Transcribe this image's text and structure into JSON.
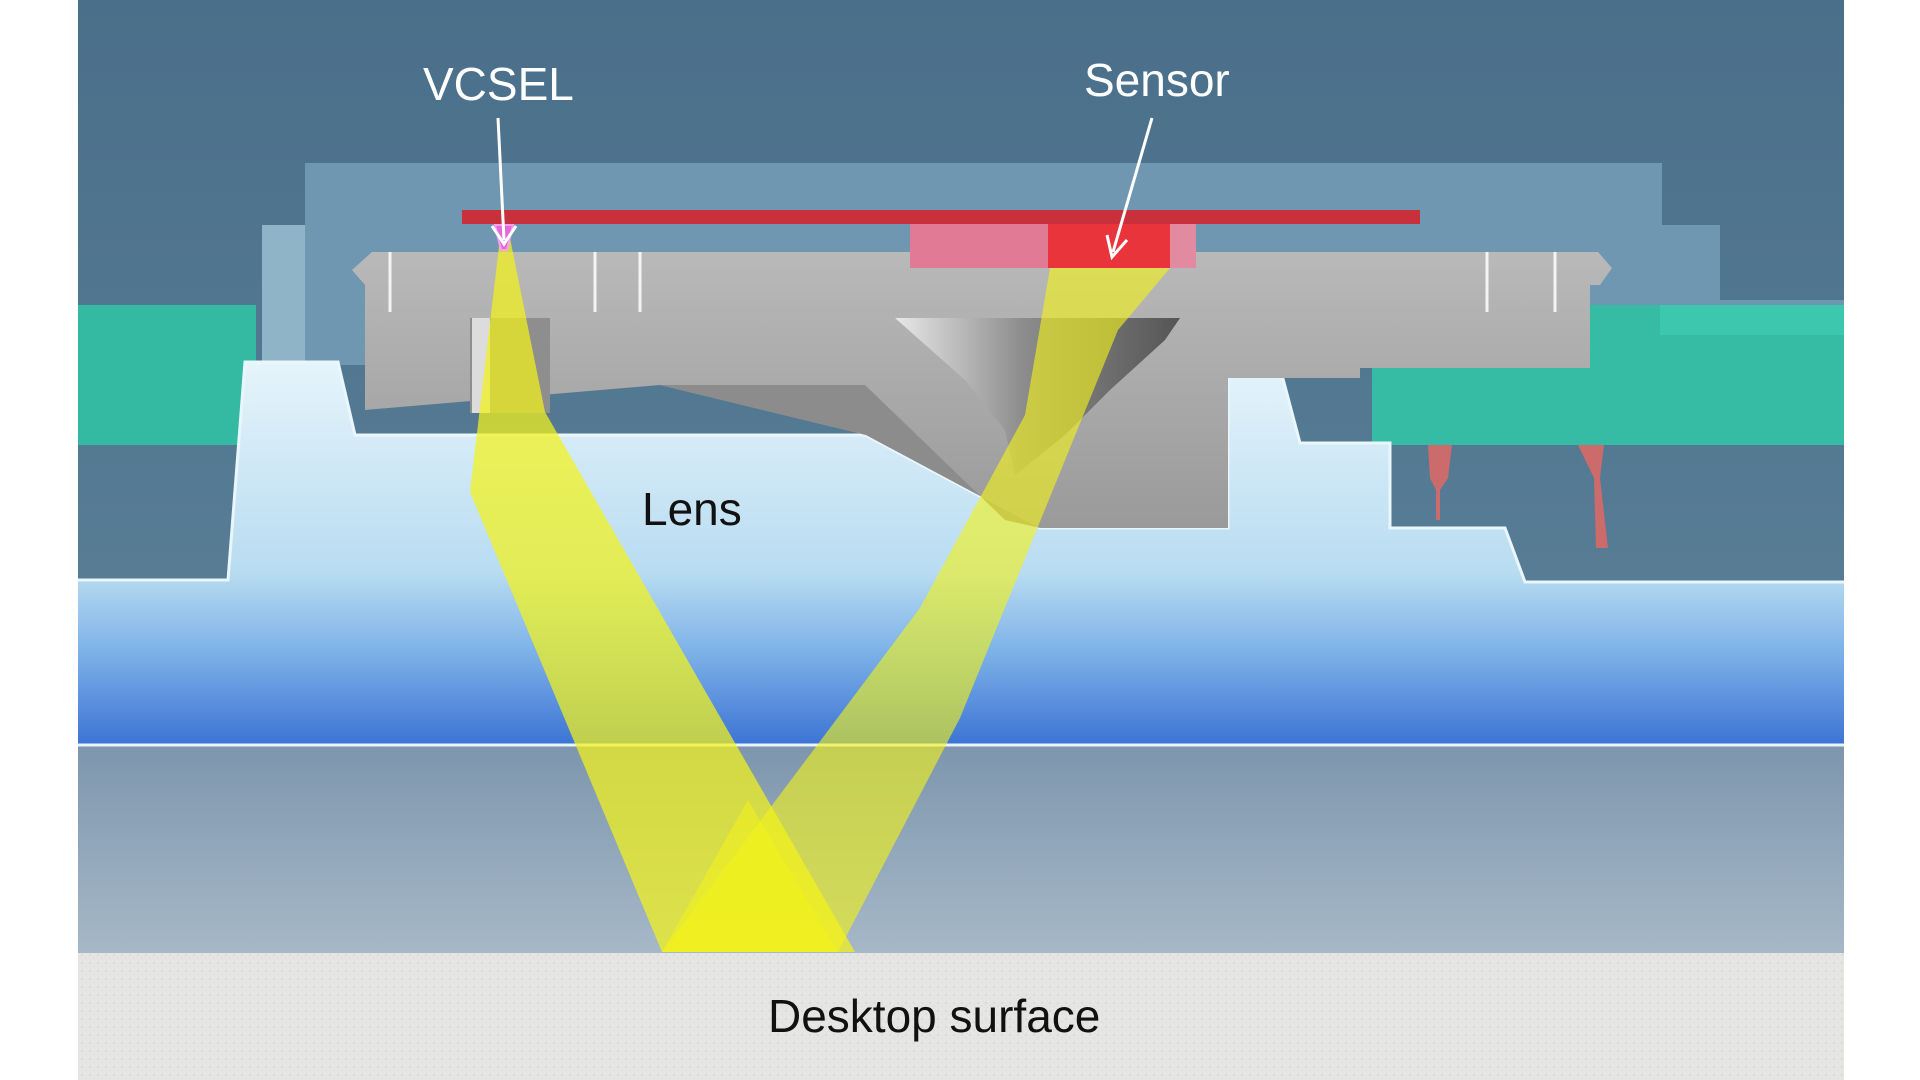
{
  "labels": {
    "vcsel": "VCSEL",
    "sensor": "Sensor",
    "lens": "Lens",
    "surface": "Desktop surface"
  },
  "colors": {
    "housing_top": "#4f7590",
    "housing_light": "#8fb3c6",
    "pcb_teal": "#36bca5",
    "chip_gray": "#a9a9a9",
    "lens_blue": "#c8e6f5",
    "lens_base": "#3f7fd6",
    "light_beam": "#f2f21a",
    "red_bar": "#c9303a",
    "sensor_red": "#e8343a",
    "surface": "#e4e4e2",
    "text": "#111111",
    "text_light": "#ffffff"
  }
}
